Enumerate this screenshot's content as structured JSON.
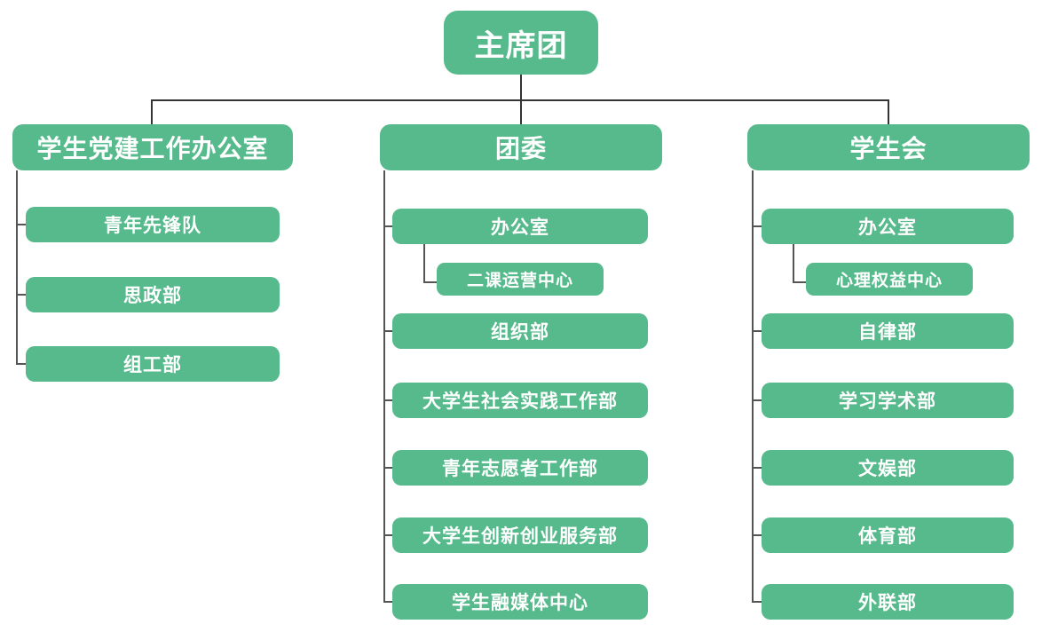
{
  "colors": {
    "node_fill": "#57ba8c",
    "node_text": "#ffffff",
    "connector_top": "#343434",
    "connector_column": "#555555",
    "background": "#ffffff"
  },
  "org": {
    "root": {
      "label": "主席团"
    },
    "branches": [
      {
        "label": "学生党建工作办公室",
        "children": [
          {
            "label": "青年先锋队"
          },
          {
            "label": "思政部"
          },
          {
            "label": "组工部"
          }
        ]
      },
      {
        "label": "团委",
        "children": [
          {
            "label": "办公室",
            "children": [
              {
                "label": "二课运营中心"
              }
            ]
          },
          {
            "label": "组织部"
          },
          {
            "label": "大学生社会实践工作部"
          },
          {
            "label": "青年志愿者工作部"
          },
          {
            "label": "大学生创新创业服务部"
          },
          {
            "label": "学生融媒体中心"
          }
        ]
      },
      {
        "label": "学生会",
        "children": [
          {
            "label": "办公室",
            "children": [
              {
                "label": "心理权益中心"
              }
            ]
          },
          {
            "label": "自律部"
          },
          {
            "label": "学习学术部"
          },
          {
            "label": "文娱部"
          },
          {
            "label": "体育部"
          },
          {
            "label": "外联部"
          }
        ]
      }
    ]
  }
}
